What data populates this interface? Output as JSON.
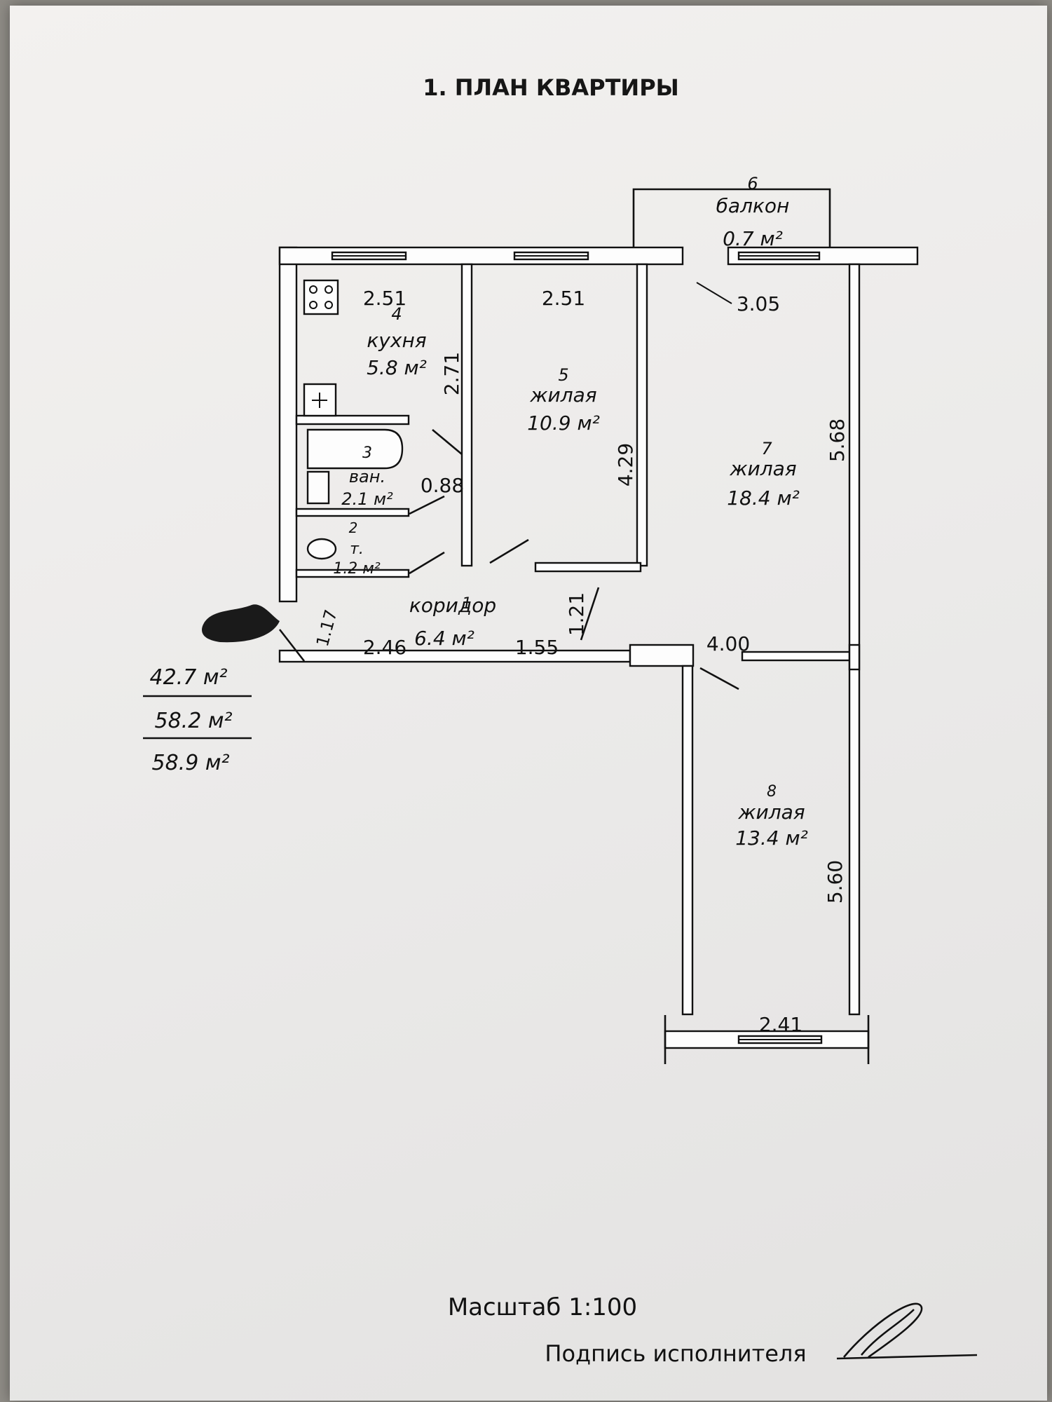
{
  "title": "1. ПЛАН КВАРТИРЫ",
  "rooms": [
    {
      "number": "1",
      "name": "коридор",
      "area": "6.4 м²"
    },
    {
      "number": "2",
      "name": "т.",
      "area": "1.2 м²"
    },
    {
      "number": "3",
      "name": "ван.",
      "area": "2.1 м²"
    },
    {
      "number": "4",
      "name": "кухня",
      "area": "5.8 м²"
    },
    {
      "number": "5",
      "name": "жилая",
      "area": "10.9 м²"
    },
    {
      "number": "6",
      "name": "балкон",
      "area": "0.7 м²"
    },
    {
      "number": "7",
      "name": "жилая",
      "area": "18.4 м²"
    },
    {
      "number": "8",
      "name": "жилая",
      "area": "13.4 м²"
    }
  ],
  "dimensions": {
    "kitchen_top": "2.51",
    "room5_top": "2.51",
    "room7_top": "3.05",
    "kitchen_side": "2.71",
    "room5_side": "4.29",
    "room7_side": "5.68",
    "bath_door": "0.88",
    "corridor_left": "2.46",
    "corridor_mid": "1.55",
    "corridor_vertical": "1.21",
    "entry": "1.17",
    "room8_top": "4.00",
    "room8_side": "5.60",
    "room8_bottom": "2.41"
  },
  "totals": [
    "42.7 м²",
    "58.2 м²",
    "58.9 м²"
  ],
  "scale_label": "Масштаб 1:100",
  "signature_label": "Подпись исполнителя",
  "colors": {
    "ink": "#111111",
    "paper": "#efeeed",
    "background": "#8f8c86"
  }
}
